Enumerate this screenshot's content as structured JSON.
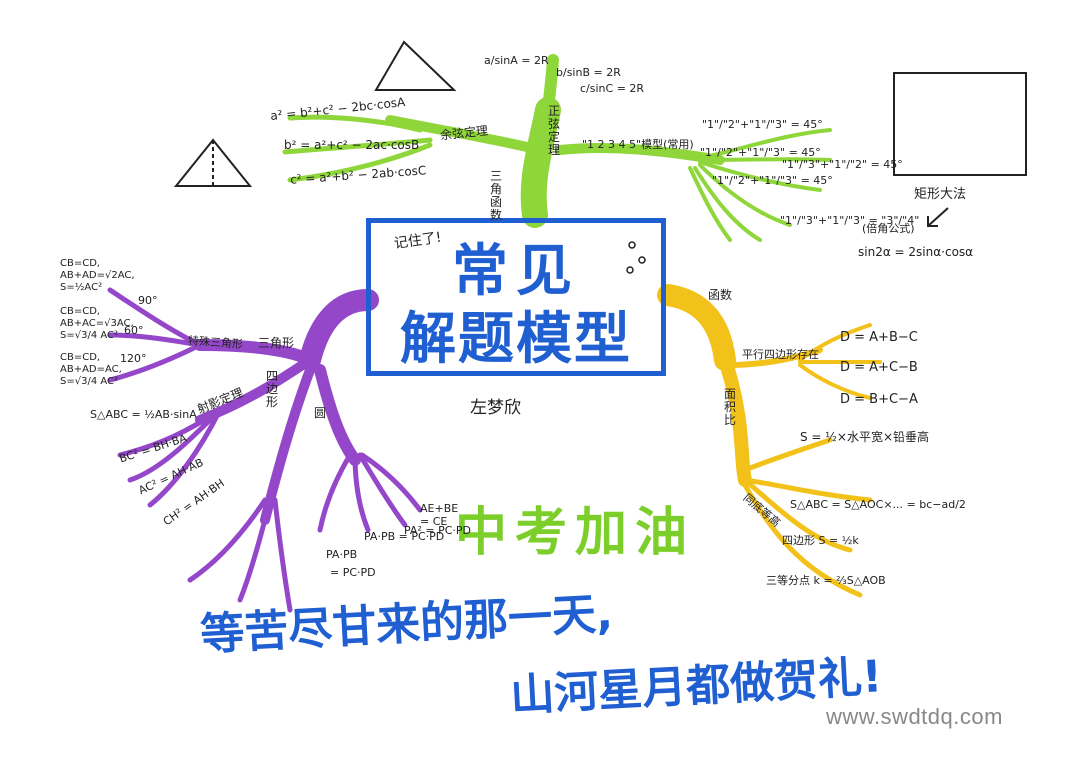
{
  "center": {
    "title_line1": "常见",
    "title_line2": "解题模型",
    "memo": "记住了!",
    "author": "左梦欣"
  },
  "slogans": {
    "cheer": "中考加油",
    "line1": "等苦尽甘来的那一天,",
    "line2": "山河星月都做贺礼!"
  },
  "watermark": "www.swdtdq.com",
  "colors": {
    "title_blue": "#1f5fd1",
    "green_branch": "#8fd63a",
    "purple_branch": "#9448c9",
    "yellow_branch": "#f2c21b",
    "cheer_green": "#7ccf2a"
  },
  "green_branch": {
    "trunk_label": "三角函数",
    "sine_rule": "正弦定理",
    "cosine_rule": "余弦定理",
    "special_model": "\"1 2 3 4 5\"模型(常用)",
    "sine_formulas": [
      "a/sinA = 2R",
      "b/sinB = 2R",
      "c/sinC = 2R"
    ],
    "cosine_formulas": [
      "a² = b²+c² − 2bc·cosA",
      "b² = a²+c² − 2ac·cosB",
      "c² = a²+b² − 2ab·cosC"
    ],
    "model_formulas": [
      "\"1\"/\"2\"+\"1\"/\"3\" = 45°",
      "\"1\"/\"2\"+\"1\"/\"3\" = 45°",
      "\"1\"/\"2\"+\"1\"/\"3\" = 45°",
      "\"1\"/\"3\"+\"1\"/\"2\" = 45°",
      "\"1\"/\"3\"+\"1\"/\"3\" = \"3\"/\"4\""
    ],
    "double_angle": "sin2α = 2sinα·cosα",
    "double_angle_note": "(倍角公式)",
    "rect_method": "矩形大法"
  },
  "purple_branch": {
    "trunk_label": "四边形",
    "triangle_label": "三角形",
    "special_triangle": "特殊三角形",
    "projection_theorem": "射影定理",
    "quad_label": "四边形",
    "circle_label": "圆",
    "angle_labels": [
      "90°",
      "60°",
      "120°"
    ],
    "special_formulas": [
      "CB=CD, AB+AD=√2AC, S=½AC²",
      "CB=CD, AB+AC=√3AC, S=√3/4 AC²",
      "CB=CD, AB+AD=AC, S=√3/4 AC²"
    ],
    "area_formula": "S△ABC = ½AB·sinA",
    "projection_formulas": [
      "BC² = BH·BA",
      "AC² = AH·AB",
      "CH² = AH·BH"
    ],
    "leaf_formulas": [
      "PA·PB",
      "PA·PB = PC·PD",
      "PA² = PC·PD",
      "AE+BE = CE",
      "= PC·PD"
    ]
  },
  "yellow_branch": {
    "trunk_label": "函数",
    "parallelogram": "平行四边形存在",
    "area_division": "面积比",
    "parallel_formulas": [
      "D = A+B−C",
      "D = A+C−B",
      "D = B+C−A"
    ],
    "area_formula": "S = ½×水平宽×铅垂高",
    "area_formula2": "S△ABC = S△AOC×... = bc−ad/2",
    "relation1": "同底等高",
    "relation2": "四边形 S = ½k",
    "relation3": "三等分点 k = ⅔S△AOB"
  }
}
